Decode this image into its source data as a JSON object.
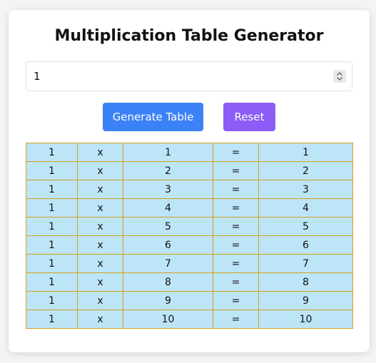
{
  "header": {
    "title": "Multiplication Table Generator"
  },
  "input": {
    "value": "1"
  },
  "buttons": {
    "generate_label": "Generate Table",
    "reset_label": "Reset"
  },
  "colors": {
    "generate": "#3b82f6",
    "reset": "#8b5cf6",
    "row_bg": "#bde5f8",
    "row_border": "#d4a01a"
  },
  "table": {
    "times_symbol": "x",
    "equals_symbol": "=",
    "rows": [
      {
        "a": "1",
        "b": "1",
        "result": "1"
      },
      {
        "a": "1",
        "b": "2",
        "result": "2"
      },
      {
        "a": "1",
        "b": "3",
        "result": "3"
      },
      {
        "a": "1",
        "b": "4",
        "result": "4"
      },
      {
        "a": "1",
        "b": "5",
        "result": "5"
      },
      {
        "a": "1",
        "b": "6",
        "result": "6"
      },
      {
        "a": "1",
        "b": "7",
        "result": "7"
      },
      {
        "a": "1",
        "b": "8",
        "result": "8"
      },
      {
        "a": "1",
        "b": "9",
        "result": "9"
      },
      {
        "a": "1",
        "b": "10",
        "result": "10"
      }
    ]
  }
}
